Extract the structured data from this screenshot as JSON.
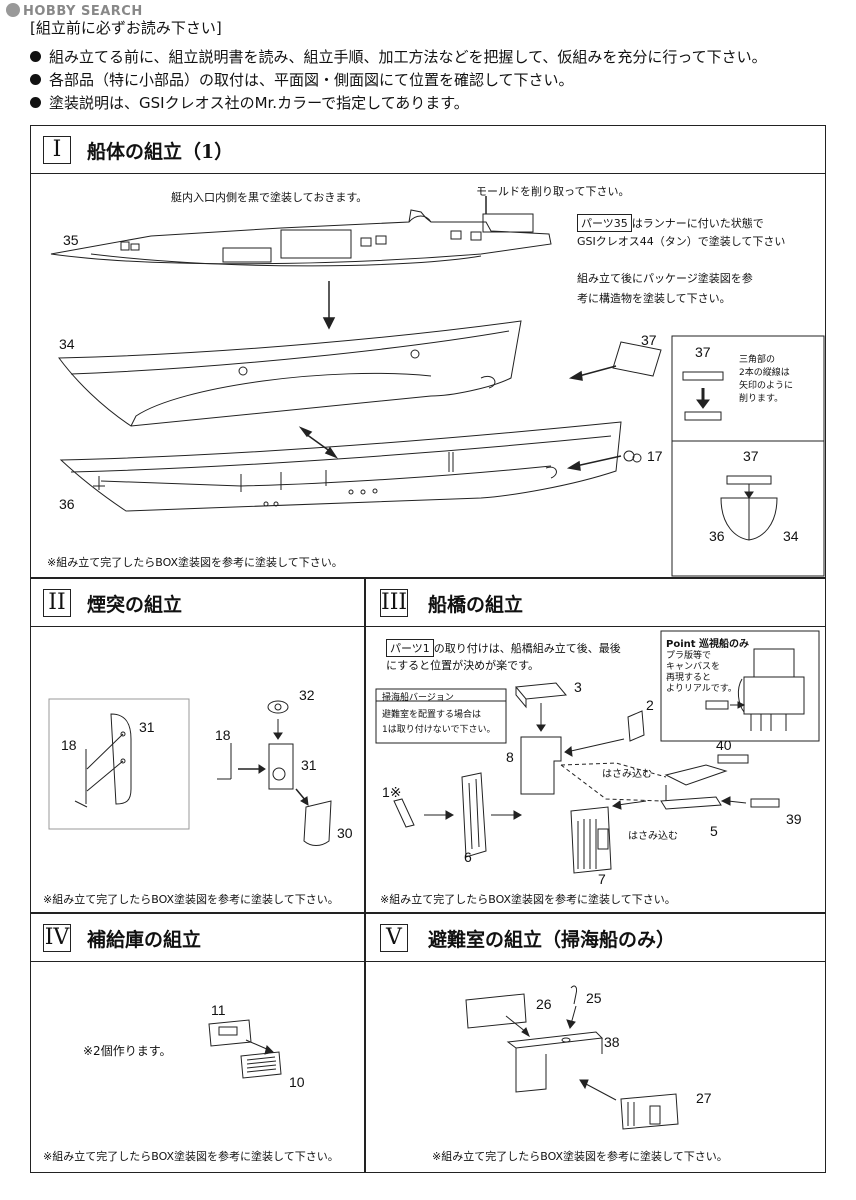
{
  "watermark": "HOBBY SEARCH",
  "precautions": {
    "title": "[組立前に必ずお読み下さい]",
    "bullets": [
      "組み立てる前に、組立説明書を読み、組立手順、加工方法などを把握して、仮組みを充分に行って下さい。",
      "各部品（特に小部品）の取付は、平面図・側面図にて位置を確認して下さい。",
      "塗装説明は、GSIクレオス社のMr.カラーで指定してあります。"
    ]
  },
  "sections": {
    "s1": {
      "roman": "I",
      "title": "船体の組立（1）",
      "note_entrance": "艇内入口内側を黒で塗装しておきます。",
      "note_mold": "モールドを削り取って下さい。",
      "part35_tag": "パーツ35",
      "part35_text1": "はランナーに付いた状態で",
      "part35_text2": "GSIクレオス44（タン）で塗装して下さい",
      "part35_text3": "組み立て後にパッケージ塗装図を参",
      "part35_text4": "考に構造物を塗装して下さい。",
      "tri_text": "三角部の\n2本の縦線は\n矢印のように\n削ります。",
      "footer": "※組み立て完了したらBOX塗装図を参考に塗装して下さい。",
      "labels": {
        "p35": "35",
        "p34": "34",
        "p36": "36",
        "p37a": "37",
        "p37b": "37",
        "p37c": "37",
        "p17": "17",
        "p36b": "36",
        "p34b": "34"
      }
    },
    "s2": {
      "roman": "II",
      "title": "煙突の組立",
      "footer": "※組み立て完了したらBOX塗装図を参考に塗装して下さい。",
      "labels": {
        "p18a": "18",
        "p31a": "31",
        "p18b": "18",
        "p32": "32",
        "p31b": "31",
        "p30": "30"
      }
    },
    "s3": {
      "roman": "III",
      "title": "船橋の組立",
      "part1_tag": "パーツ1",
      "part1_text1": "の取り付けは、船橋組み立て後、最後",
      "part1_text2": "にすると位置が決めが楽です。",
      "minesweeper_title": "掃海船バージョン",
      "minesweeper_text1": "避難室を配置する場合は",
      "minesweeper_text2": "1は取り付けないで下さい。",
      "point_title": "Point 巡視船のみ",
      "point_text": "プラ版等で\nキャンバスを\n再現すると\nよりリアルです。",
      "insert1": "はさみ込む",
      "insert2": "はさみ込む",
      "footer": "※組み立て完了したらBOX塗装図を参考に塗装して下さい。",
      "labels": {
        "p3": "3",
        "p2": "2",
        "p8": "8",
        "p1": "1※",
        "p40": "40",
        "p39": "39",
        "p5": "5",
        "p6": "6",
        "p7": "7"
      }
    },
    "s4": {
      "roman": "IV",
      "title": "補給庫の組立",
      "note": "※2個作ります。",
      "footer": "※組み立て完了したらBOX塗装図を参考に塗装して下さい。",
      "labels": {
        "p11": "11",
        "p10": "10"
      }
    },
    "s5": {
      "roman": "V",
      "title": "避難室の組立（掃海船のみ）",
      "footer": "※組み立て完了したらBOX塗装図を参考に塗装して下さい。",
      "labels": {
        "p26": "26",
        "p25": "25",
        "p38": "38",
        "p27": "27"
      }
    }
  }
}
